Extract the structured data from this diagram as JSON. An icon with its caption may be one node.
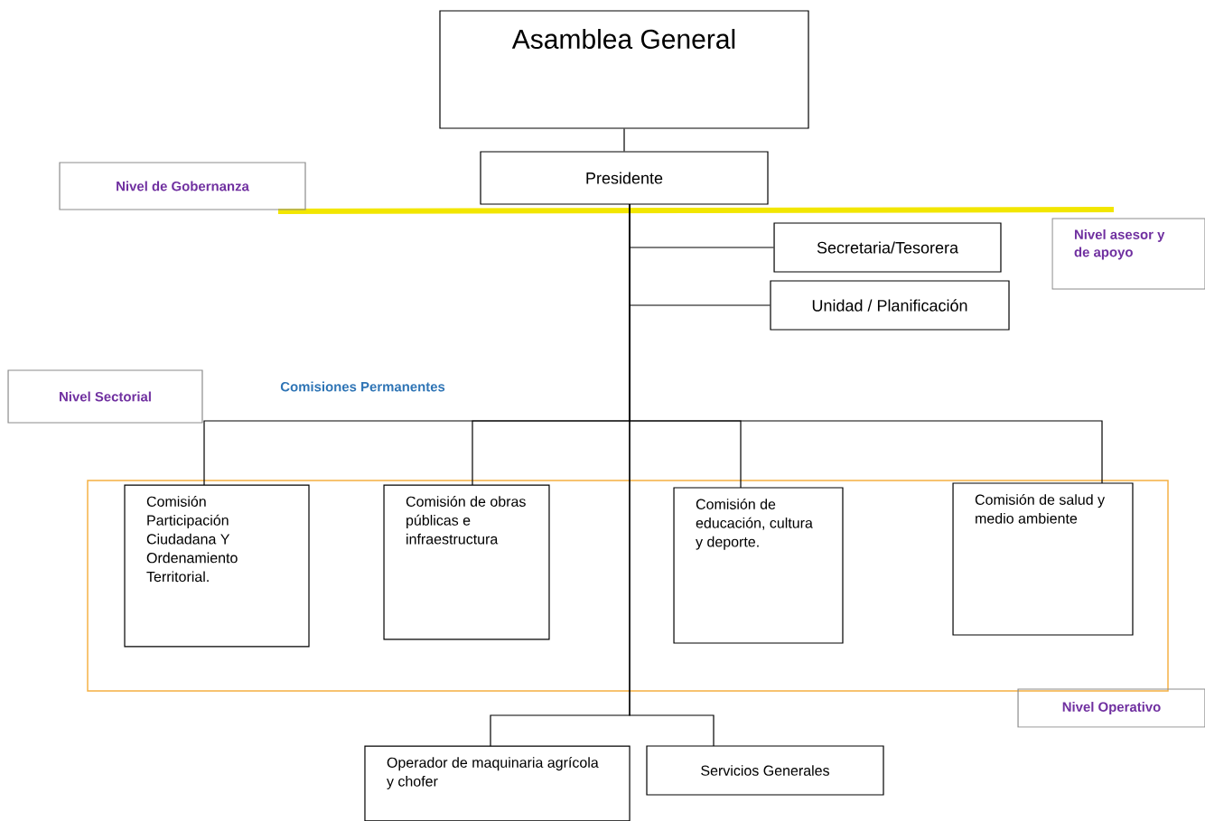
{
  "diagram": {
    "nodes": [
      {
        "text": [
          "Asamblea General"
        ]
      },
      {
        "text": [
          "Presidente"
        ]
      },
      {
        "text": [
          "Nivel de Gobernanza"
        ]
      },
      {
        "text": [
          "Secretaria/Tesorera"
        ]
      },
      {
        "text": [
          "Unidad / Planificación"
        ]
      },
      {
        "text": [
          "Nivel asesor y de apoyo"
        ]
      },
      {
        "text": [
          "Nivel Sectorial"
        ]
      },
      {
        "text": [],
        "shape": "box"
      },
      {
        "text": [
          "Comisión Participación Ciudadana Y Ordenamiento Territorial."
        ],
        "in": 7
      },
      {
        "text": [
          "Comisión de obras públicas e infraestructura"
        ],
        "in": 7
      },
      {
        "text": [
          "Comisión de educación, cultura y deporte."
        ],
        "in": 7
      },
      {
        "text": [
          "Comisión de salud y medio ambiente"
        ],
        "in": 7
      },
      {
        "text": [
          "Nivel Operativo"
        ]
      },
      {
        "text": [
          "Operador de maquinaria agrícola y chofer"
        ]
      },
      {
        "text": [
          "Servicios Generales"
        ]
      }
    ],
    "edges": [
      {
        "from": 0,
        "to": 1,
        "arrow": "none"
      },
      {
        "from": 1,
        "to": 3,
        "arrow": "none"
      },
      {
        "from": 1,
        "to": 4,
        "arrow": "none"
      },
      {
        "from": 1,
        "to": 8,
        "arrow": "none"
      },
      {
        "from": 1,
        "to": 9,
        "arrow": "none"
      },
      {
        "from": 1,
        "to": 10,
        "arrow": "none"
      },
      {
        "from": 1,
        "to": 11,
        "arrow": "none"
      },
      {
        "from": 1,
        "to": 13,
        "arrow": "none"
      },
      {
        "from": 1,
        "to": 14,
        "arrow": "none"
      }
    ],
    "labels": [
      "Comisiones Permanentes"
    ]
  }
}
